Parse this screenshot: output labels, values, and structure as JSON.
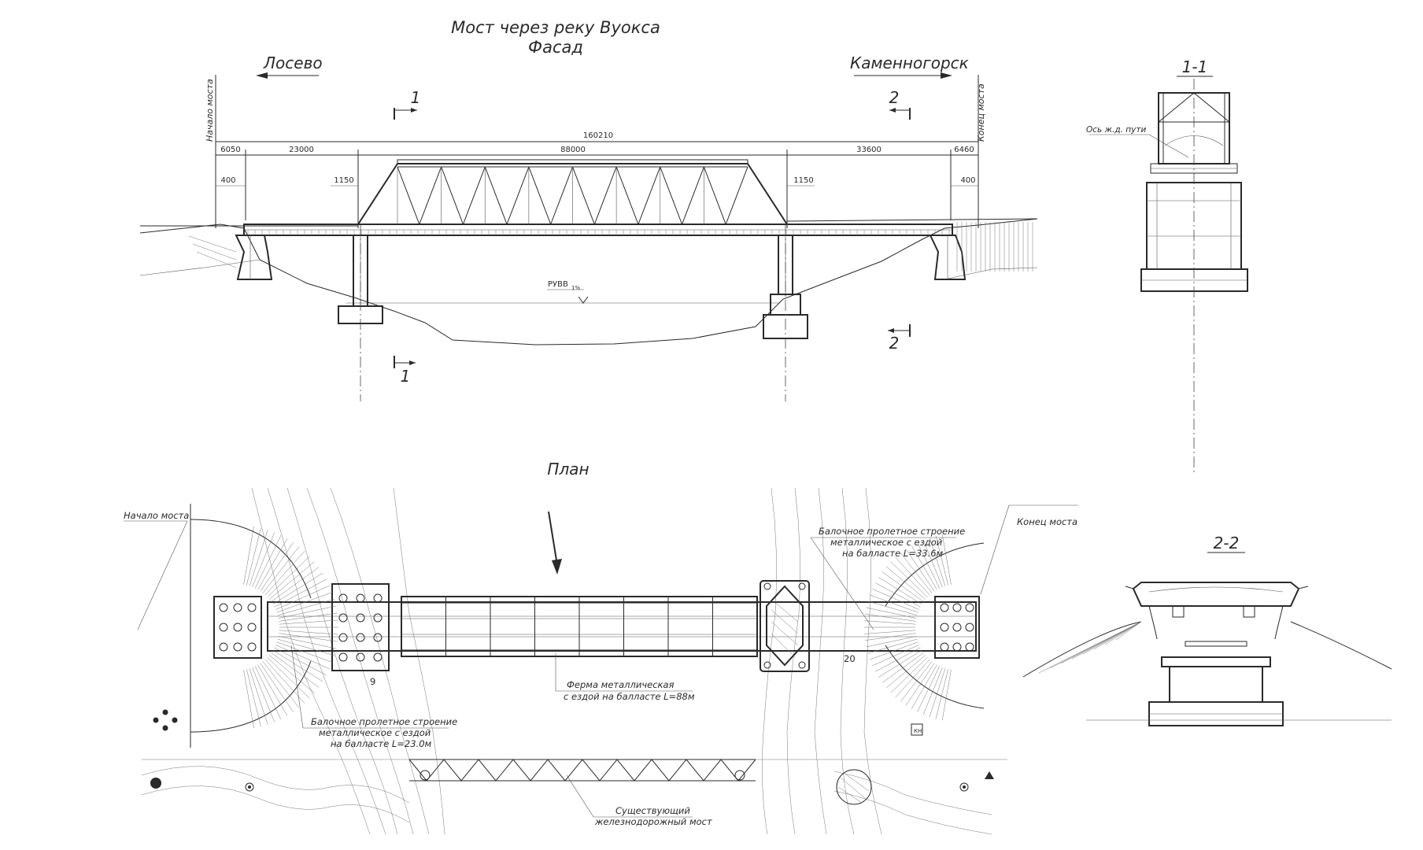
{
  "title": {
    "line1": "Мост через реку Вуокса",
    "line2": "Фасад"
  },
  "directions": {
    "left": "Лосево",
    "right": "Каменногорск"
  },
  "facade": {
    "start_label": "Начало моста",
    "end_label": "Конец моста",
    "total_dim": "160210",
    "span_dims": [
      "6050",
      "23000",
      "88000",
      "33600",
      "6460"
    ],
    "small_dims": [
      "400",
      "1150",
      "1150",
      "400"
    ],
    "water_level": "РУВВ",
    "water_level_sub": "1%",
    "section_marks": [
      "1",
      "2",
      "2",
      "1"
    ]
  },
  "section_1": {
    "title": "1-1",
    "track_axis": "Ось ж.д. пути"
  },
  "section_2": {
    "title": "2-2"
  },
  "plan": {
    "title": "План",
    "start_label": "Начало моста",
    "end_label": "Конец моста",
    "beam_left": [
      "Балочное пролетное строение",
      "металлическое с ездой",
      "на балласте L=23.0м"
    ],
    "beam_right": [
      "Балочное пролетное строение",
      "металлическое с ездой",
      "на балласте L=33.6м"
    ],
    "truss": [
      "Ферма металлическая",
      "с ездой на балласте L=88м"
    ],
    "existing": [
      "Существующий",
      "железнодорожный мост"
    ],
    "marks": [
      "9",
      "20",
      "КН"
    ]
  },
  "colors": {
    "ink": "#2a2a2a",
    "paper": "#ffffff"
  }
}
